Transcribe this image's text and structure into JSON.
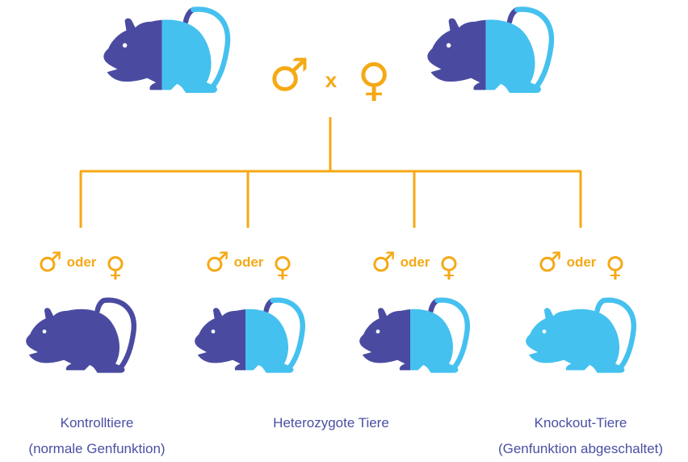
{
  "colors": {
    "dark": "#4a4ba0",
    "light": "#45c1ef",
    "accent": "#f5a915",
    "label": "#4a4fa3",
    "background": "#ffffff"
  },
  "parents": {
    "cross_symbol": "x",
    "male_symbol": "♂",
    "female_symbol": "♀",
    "mice": [
      {
        "genotype": "heterozygous",
        "icon": "half-dark-half-light-mouse"
      },
      {
        "genotype": "heterozygous",
        "icon": "half-dark-half-light-mouse"
      }
    ]
  },
  "offspring": [
    {
      "sex_word": "oder",
      "genotype": "wildtype",
      "icon": "dark-mouse"
    },
    {
      "sex_word": "oder",
      "genotype": "heterozygous",
      "icon": "half-dark-half-light-mouse"
    },
    {
      "sex_word": "oder",
      "genotype": "heterozygous",
      "icon": "half-dark-half-light-mouse"
    },
    {
      "sex_word": "oder",
      "genotype": "knockout",
      "icon": "light-mouse"
    }
  ],
  "labels": {
    "control": {
      "line1": "Kontrolltiere",
      "line2": "(normale Genfunktion)"
    },
    "heterozygous": {
      "line1": "Heterozygote Tiere"
    },
    "knockout": {
      "line1": "Knockout-Tiere",
      "line2": "(Genfunktion abgeschaltet)"
    }
  }
}
